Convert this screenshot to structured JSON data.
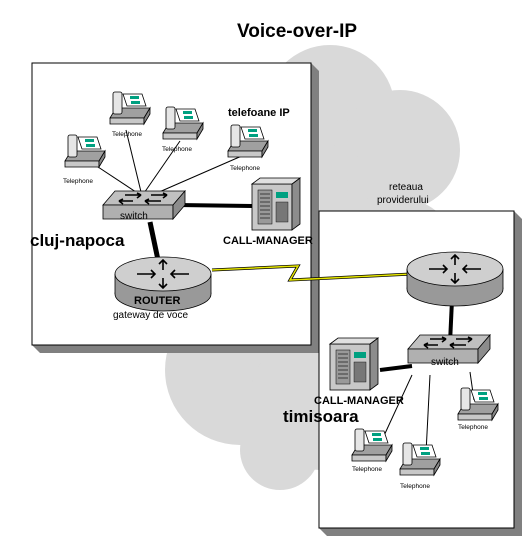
{
  "title": "Voice-over-IP",
  "left_site": {
    "city": "cluj-napoca",
    "phones_label": "telefoane IP",
    "switch_label": "switch",
    "call_manager_label": "CALL-MANAGER",
    "router_label": "ROUTER",
    "router_sublabel": "gateway de voce",
    "phone_labels": [
      "Telephone",
      "Telephone",
      "Telephone",
      "Telephone"
    ]
  },
  "provider": {
    "label_line1": "reteaua",
    "label_line2": "providerului"
  },
  "right_site": {
    "city": "timisoara",
    "switch_label": "switch",
    "call_manager_label": "CALL-MANAGER",
    "phone_labels": [
      "Telephone",
      "Telephone",
      "Telephone"
    ]
  },
  "colors": {
    "cloud": "#d9d9d9",
    "box_shadow": "#808080",
    "wan_link": "#e6e600",
    "device_gray": "#c0c0c0",
    "phone_screen": "#00a080"
  }
}
